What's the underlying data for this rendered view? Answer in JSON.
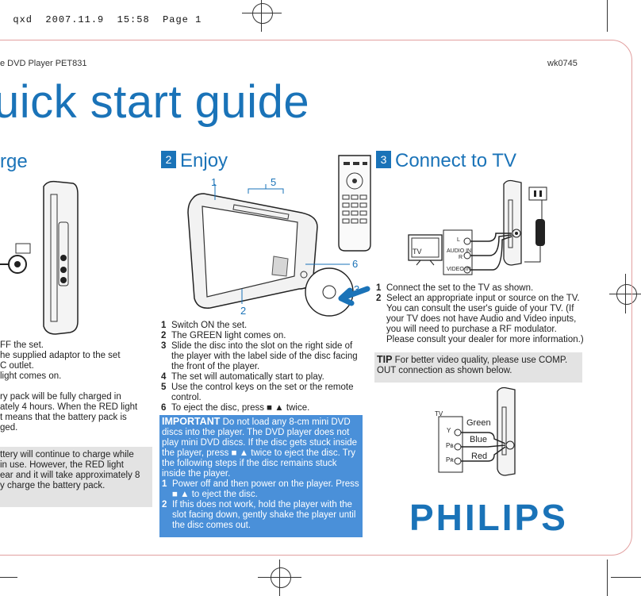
{
  "slug": {
    "file": "qxd",
    "date": "2007.11.9",
    "time": "15:58",
    "page": "Page 1"
  },
  "header": {
    "product": "e DVD Player PET831",
    "code": "wk0745"
  },
  "title": "uick start guide",
  "sections": {
    "charge": {
      "title": "rge",
      "steps": [
        "FF the set.",
        "he supplied adaptor to the set",
        "C outlet.",
        "light comes on."
      ],
      "note_lines": [
        "ry pack will be fully charged in",
        "ately 4 hours. When the RED light",
        "t means that the battery pack is",
        "ged."
      ],
      "box_lines": [
        "ttery will continue to charge while",
        " in use. However, the RED light",
        "ear and it will take approximately 8",
        "y charge the battery pack."
      ]
    },
    "enjoy": {
      "number": "2",
      "title": "Enjoy",
      "callouts": [
        "1",
        "5",
        "6",
        "3",
        "2"
      ],
      "steps": [
        {
          "n": "1",
          "text": "Switch ON the set."
        },
        {
          "n": "2",
          "text": "The GREEN light comes on."
        },
        {
          "n": "3",
          "text": "Slide the disc into the slot on the right side of the player with the label side of the disc facing the front of the player."
        },
        {
          "n": "4",
          "text": "The set will automatically start to play."
        },
        {
          "n": "5",
          "text": "Use the control keys on the set or the remote control."
        },
        {
          "n": "6",
          "text": "To eject the disc, press ■ ▲ twice."
        }
      ],
      "important": {
        "label": "IMPORTANT",
        "text": "Do not load any 8-cm mini DVD discs into the player. The DVD player does not play mini DVD discs. If the disc gets stuck inside the player, press ■ ▲ twice to eject the disc. Try the following steps if the disc remains stuck inside the player.",
        "steps": [
          {
            "n": "1",
            "text": "Power off and then power on the player. Press ■ ▲ to eject the disc."
          },
          {
            "n": "2",
            "text": "If this does not work, hold the player with the slot facing down, gently shake the player until the disc comes out."
          }
        ]
      }
    },
    "connect": {
      "number": "3",
      "title": "Connect to TV",
      "diagram1": {
        "tv": "TV",
        "audio_in": "AUDIO IN",
        "l": "L",
        "r": "R",
        "video_in": "VIDEO IN"
      },
      "steps": [
        {
          "n": "1",
          "text": "Connect the set to the TV as shown."
        },
        {
          "n": "2",
          "text": "Select an appropriate input or source on the TV. You can consult the user's guide of your TV. (If your TV does not have Audio and Video inputs, you will need to purchase a RF modulator. Please consult your dealer for more information.)"
        }
      ],
      "tip": {
        "label": "TIP",
        "text": "For better video quality, please use COMP. OUT connection as shown below."
      },
      "diagram2": {
        "tv": "TV",
        "y": "Y",
        "pb": "Pʙ",
        "pr": "Pʀ",
        "green": "Green",
        "blue": "Blue",
        "red": "Red"
      }
    }
  },
  "brand": "PHILIPS",
  "colors": {
    "accent": "#1a73b8",
    "important_bg": "#4a90d9",
    "box_bg": "#e3e3e3"
  }
}
